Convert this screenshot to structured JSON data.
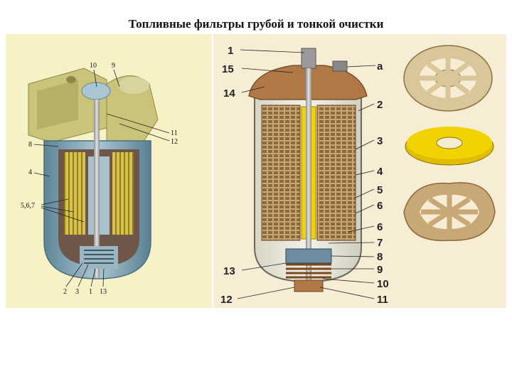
{
  "title": "Топливные фильтры грубой и тонкой очистки",
  "left_labels": {
    "l10": "10",
    "l9": "9",
    "l11": "11",
    "l12": "12",
    "l8": "8",
    "l4": "4",
    "l567": "5,6,7",
    "l2": "2",
    "l3": "3",
    "l1": "1",
    "l13": "13"
  },
  "right_labels": {
    "r1": "1",
    "r15": "15",
    "r14": "14",
    "ra": "а",
    "r2": "2",
    "r3": "3",
    "r4": "4",
    "r5": "5",
    "r6a": "6",
    "r6b": "6",
    "r7": "7",
    "r8": "8",
    "r9": "9",
    "r10": "10",
    "r11": "11",
    "r13": "13",
    "r12": "12"
  },
  "colors": {
    "left_background": "#f6f2c6",
    "housing_olive": "#c9c47a",
    "housing_blue": "#7fa6b8",
    "element_yellow": "#d9c34a",
    "right_background": "#f7ecd4",
    "right_housing": "#e8e2cf",
    "cap_brown": "#b07845",
    "stack_tan": "#c9a878",
    "disk_yellow": "#f0d300"
  }
}
